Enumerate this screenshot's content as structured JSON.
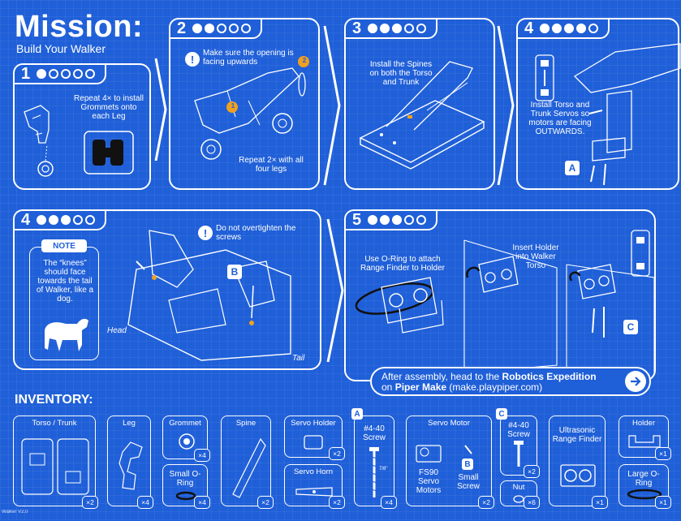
{
  "header": {
    "title": "Mission:",
    "subtitle": "Build Your Walker"
  },
  "steps": [
    {
      "num": "1",
      "instruction": "Repeat 4× to install Grommets onto each Leg"
    },
    {
      "num": "2",
      "notice": "Make sure the opening is facing upwards",
      "instruction": "Repeat 2× with all four legs",
      "callout_1": "1",
      "callout_2": "2"
    },
    {
      "num": "3",
      "instruction": "Install the Spines on both the Torso and Trunk"
    },
    {
      "num": "4",
      "instruction": "Install Torso and Trunk Servos so motors are facing OUTWARDS.",
      "badge": "A"
    },
    {
      "num": "4",
      "notice": "Do not overtighten the screws",
      "badge": "B",
      "label_head": "Head",
      "label_tail": "Tail",
      "note_title": "NOTE",
      "note_text": "The “knees” should face towards the tail of Walker, like a dog."
    },
    {
      "num": "5",
      "instruction_a": "Use O-Ring to attach Range Finder to Holder",
      "instruction_b": "Insert Holder into Walker Torso",
      "badge": "C"
    }
  ],
  "after_assembly": {
    "prefix": "After assembly, head to the ",
    "highlight": "Robotics Expedition",
    "line2_prefix": "on ",
    "line2_highlight": "Piper Make",
    "line2_suffix": " (make.playpiper.com)"
  },
  "inventory": {
    "title": "INVENTORY:",
    "items": {
      "torso_trunk": {
        "label": "Torso / Trunk",
        "count": "×2"
      },
      "leg": {
        "label": "Leg",
        "count": "×4"
      },
      "grommet": {
        "label": "Grommet",
        "count": "×4"
      },
      "small_oring": {
        "label": "Small O-Ring",
        "count": "×4"
      },
      "spine": {
        "label": "Spine",
        "count": "×2"
      },
      "servo_holder": {
        "label": "Servo Holder",
        "count": "×2"
      },
      "servo_horn": {
        "label": "Servo Horn",
        "count": "×2"
      },
      "screw_a": {
        "badge": "A",
        "label": "#4-40 Screw",
        "dim": "7/8\"",
        "count": "×4"
      },
      "servo_motor": {
        "label": "Servo Motor",
        "sub_a": "FS90 Servo Motors",
        "sub_b_badge": "B",
        "sub_b": "Small Screw",
        "count": "×2"
      },
      "screw_c": {
        "badge": "C",
        "label": "#4-40 Screw",
        "count": "×2"
      },
      "nut": {
        "label": "Nut",
        "count": "×6"
      },
      "ultrasonic": {
        "label": "Ultrasonic Range Finder",
        "count": "×1"
      },
      "holder": {
        "label": "Holder",
        "count": "×1"
      },
      "large_oring": {
        "label": "Large O-Ring",
        "count": "×1"
      }
    }
  },
  "footer": {
    "version": "Walker V2.0"
  }
}
